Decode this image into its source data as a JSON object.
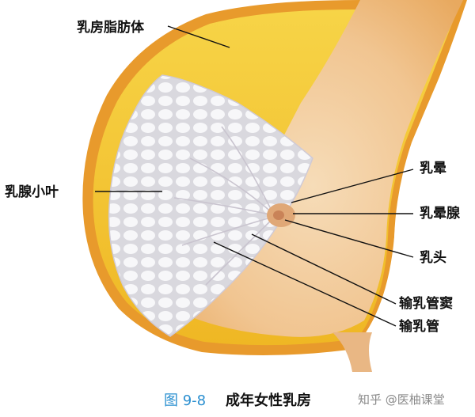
{
  "labels": {
    "fat": "乳房脂肪体",
    "lobule": "乳腺小叶",
    "areola": "乳晕",
    "areola_gland": "乳晕腺",
    "nipple": "乳头",
    "sinus": "输乳管窦",
    "duct": "输乳管"
  },
  "caption": {
    "number": "图 9-8",
    "title": "成年女性乳房"
  },
  "watermark": "知乎 @医柚课堂",
  "colors": {
    "fat": "#f3c52e",
    "skin": "#f3cfa0",
    "gland": "#f1f0f3",
    "caption_number": "#2a8fd0"
  }
}
